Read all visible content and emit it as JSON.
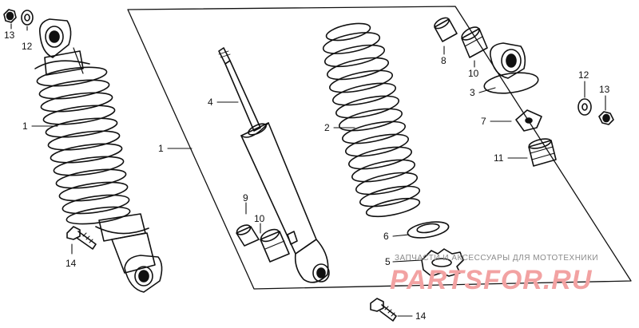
{
  "parts": [
    {
      "id": "shock-absorber-assembly",
      "callout": "1"
    },
    {
      "id": "damper-spring",
      "callout": "2"
    },
    {
      "id": "upper-mount-cap",
      "callout": "3"
    },
    {
      "id": "damper-unit",
      "callout": "4"
    },
    {
      "id": "lower-spring-seat",
      "callout": "5"
    },
    {
      "id": "spring-seat-washer",
      "callout": "6"
    },
    {
      "id": "spring-stopper-plate",
      "callout": "7"
    },
    {
      "id": "upper-collar",
      "callout": "8"
    },
    {
      "id": "lower-collar",
      "callout": "9"
    },
    {
      "id": "rubber-bushing",
      "callout": "10"
    },
    {
      "id": "stopper-rubber",
      "callout": "11"
    },
    {
      "id": "washer",
      "callout": "12"
    },
    {
      "id": "cap-nut",
      "callout": "13"
    },
    {
      "id": "mounting-bolt",
      "callout": "14"
    }
  ],
  "callouts": {
    "n1_left": "1",
    "n1_mid": "1",
    "n2": "2",
    "n3": "3",
    "n4": "4",
    "n5": "5",
    "n6": "6",
    "n7": "7",
    "n8": "8",
    "n9": "9",
    "n10_left": "10",
    "n10_right": "10",
    "n11": "11",
    "n12_left": "12",
    "n12_right": "12",
    "n13_left": "13",
    "n13_right": "13",
    "n14_left": "14",
    "n14_bottom": "14"
  },
  "watermark": {
    "tagline": "ЗАПЧАСТИ И АКСЕССУАРЫ ДЛЯ МОТОТЕХНИКИ",
    "logo": "PARTSFOR.RU",
    "color": "#f2a2a2"
  }
}
